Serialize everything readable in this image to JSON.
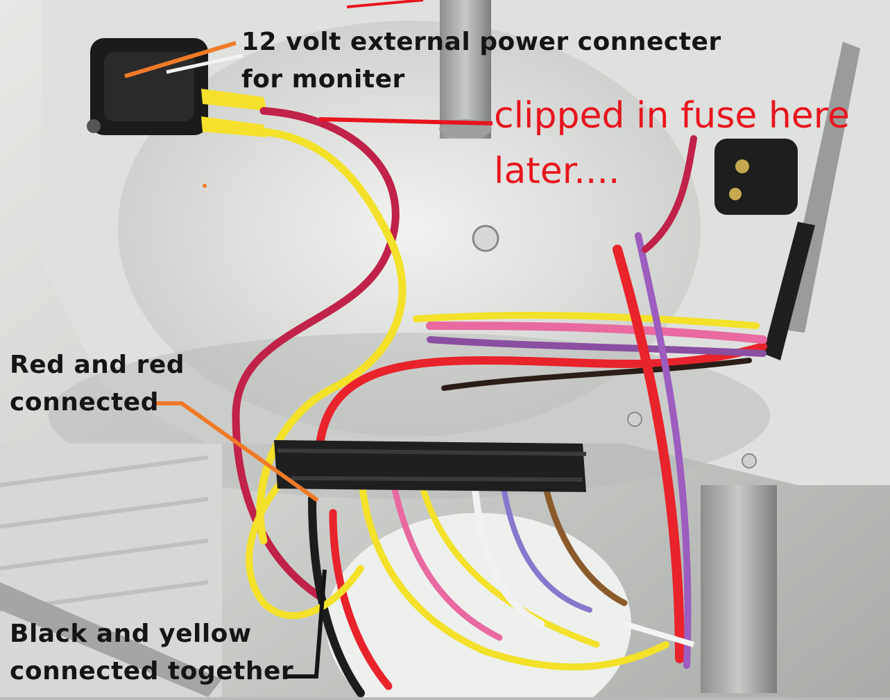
{
  "annotations": {
    "power_connector": {
      "line1": "12 volt external power connecter",
      "line2": "for moniter"
    },
    "fuse_note": {
      "line1": "clipped in fuse here",
      "line2": "later...."
    },
    "red_wires": {
      "line1": "Red and red",
      "line2": "connected"
    },
    "black_yellow": {
      "line1": "Black and yellow",
      "line2": "connected together"
    }
  },
  "colors": {
    "annotation_black": "#151515",
    "annotation_red": "#e8141e",
    "pointer_orange": "#f07a28",
    "wire_red": "#e8232b",
    "wire_yellow": "#f3e12a",
    "wire_pink": "#e86aa0",
    "wire_purple": "#8a4fa0",
    "wire_black": "#1c1c1c"
  }
}
